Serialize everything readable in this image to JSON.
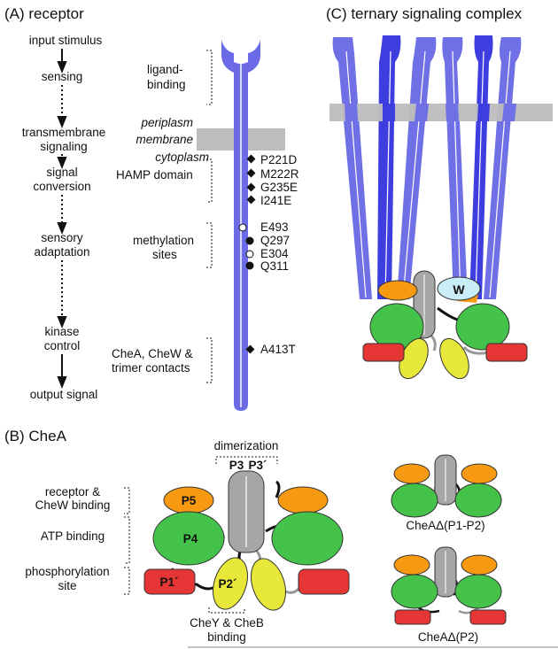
{
  "panel_a": {
    "title": "(A) receptor",
    "flow": {
      "input": "input stimulus",
      "sensing": "sensing",
      "tm_1": "transmembrane",
      "tm_2": "signaling",
      "conv_1": "signal",
      "conv_2": "conversion",
      "adapt_1": "sensory",
      "adapt_2": "adaptation",
      "kinase_1": "kinase",
      "kinase_2": "control",
      "output": "output signal"
    },
    "regions": {
      "ligand_1": "ligand-",
      "ligand_2": "binding",
      "periplasm": "periplasm",
      "membrane": "membrane",
      "cytoplasm": "cytoplasm",
      "hamp": "HAMP domain",
      "meth_1": "methylation",
      "meth_2": "sites",
      "contacts_1": "CheA, CheW &",
      "contacts_2": "trimer contacts"
    },
    "mutations": [
      "P221D",
      "M222R",
      "G235E",
      "I241E"
    ],
    "methyl_sites": [
      "E493",
      "Q297",
      "E304",
      "Q311"
    ],
    "mutation_lower": "A413T"
  },
  "panel_b": {
    "title": "(B) CheA",
    "dimerization": "dimerization",
    "domains": {
      "p3": "P3",
      "p3p": "P3´",
      "p5": "P5",
      "p4": "P4",
      "p1p": "P1´",
      "p2p": "P2´"
    },
    "labels": {
      "receptor_1": "receptor &",
      "receptor_2": "CheW binding",
      "atp": "ATP binding",
      "phos_1": "phosphorylation",
      "phos_2": "site",
      "chey_1": "CheY & CheB",
      "chey_2": "binding"
    },
    "variants": [
      "CheAΔ(P1-P2)",
      "CheAΔ(P2)"
    ]
  },
  "panel_c": {
    "title": "(C) ternary signaling complex",
    "chew": "W"
  },
  "colors": {
    "receptor": "#6b6be8",
    "receptor_dark": "#3f3fe0",
    "membrane": "#bdbdbd",
    "p3": "#a6a6a6",
    "p4": "#44c24a",
    "p5": "#f79a12",
    "p1": "#e53535",
    "p2": "#e8e83a",
    "chew": "#c9eef8"
  }
}
